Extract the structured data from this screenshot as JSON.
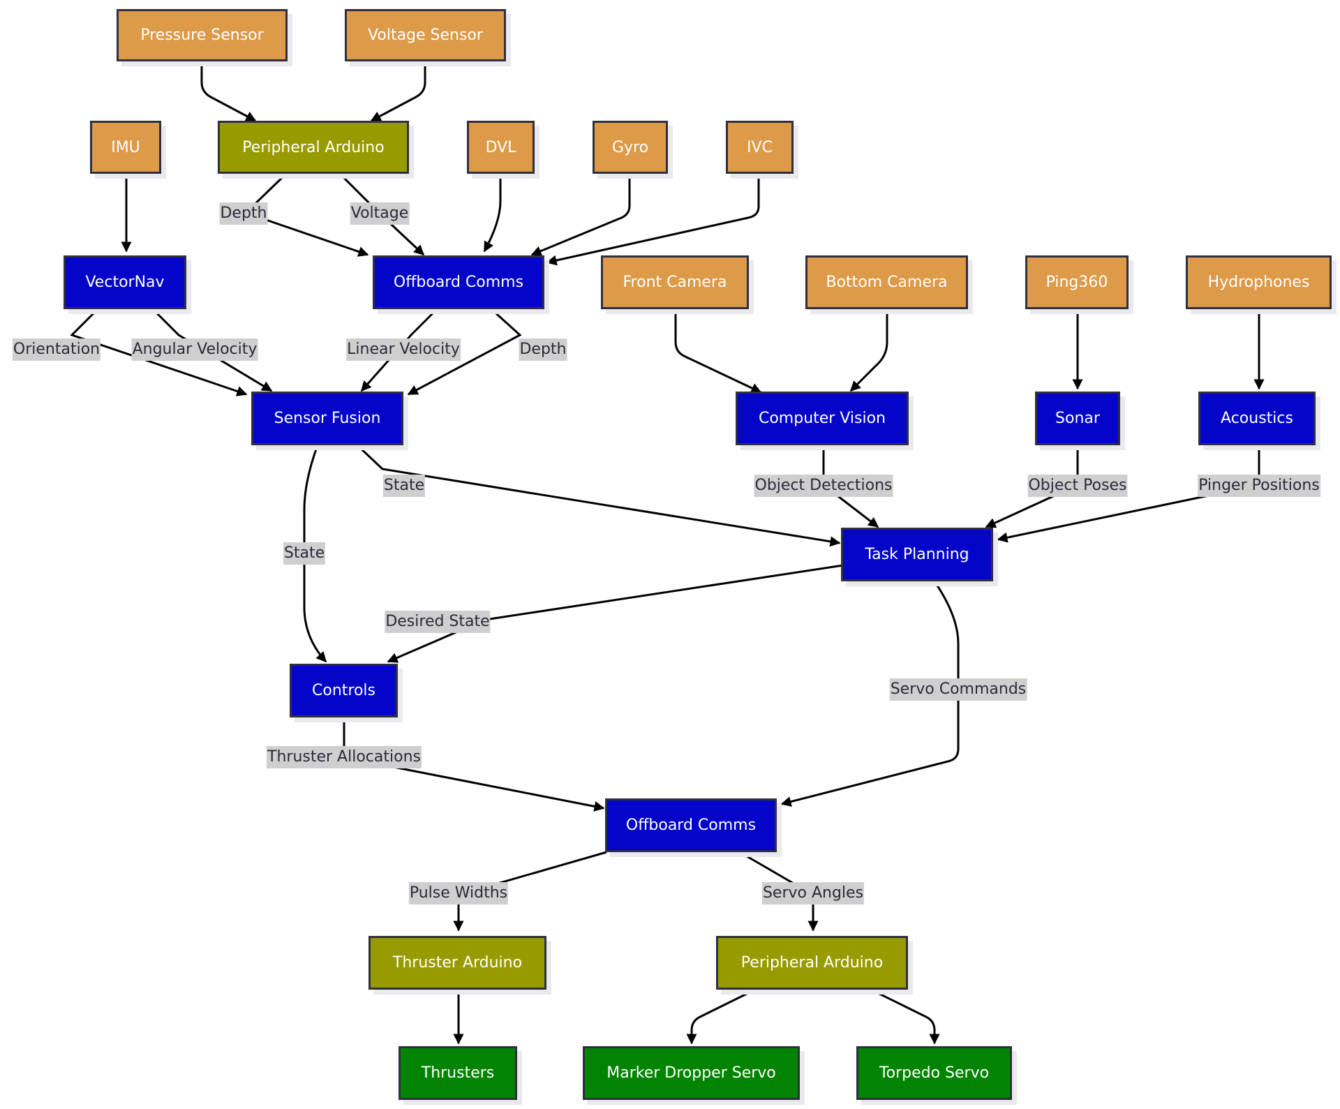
{
  "colors": {
    "sensor": "#dd9a49",
    "software": "#0505c9",
    "arduino": "#989b00",
    "actuator": "#028402",
    "edge": "#000000",
    "label_bg": "#cfcfcf"
  },
  "nodes": {
    "pressure_sensor": "Pressure Sensor",
    "voltage_sensor": "Voltage Sensor",
    "imu": "IMU",
    "peripheral_arduino_top": "Peripheral Arduino",
    "dvl": "DVL",
    "gyro": "Gyro",
    "ivc": "IVC",
    "vectornav": "VectorNav",
    "offboard_comms_top": "Offboard Comms",
    "front_camera": "Front Camera",
    "bottom_camera": "Bottom Camera",
    "ping360": "Ping360",
    "hydrophones": "Hydrophones",
    "sensor_fusion": "Sensor Fusion",
    "computer_vision": "Computer Vision",
    "sonar": "Sonar",
    "acoustics": "Acoustics",
    "task_planning": "Task Planning",
    "controls": "Controls",
    "offboard_comms_bottom": "Offboard Comms",
    "thruster_arduino": "Thruster Arduino",
    "peripheral_arduino_bottom": "Peripheral Arduino",
    "thrusters": "Thrusters",
    "marker_dropper_servo": "Marker Dropper Servo",
    "torpedo_servo": "Torpedo Servo"
  },
  "edge_labels": {
    "depth_top": "Depth",
    "voltage": "Voltage",
    "orientation": "Orientation",
    "angular_velocity": "Angular Velocity",
    "linear_velocity": "Linear Velocity",
    "depth_mid": "Depth",
    "state_to_planning": "State",
    "object_detections": "Object Detections",
    "object_poses": "Object Poses",
    "pinger_positions": "Pinger Positions",
    "state_to_controls": "State",
    "desired_state": "Desired State",
    "servo_commands": "Servo Commands",
    "thruster_allocations": "Thruster Allocations",
    "pulse_widths": "Pulse Widths",
    "servo_angles": "Servo Angles"
  }
}
